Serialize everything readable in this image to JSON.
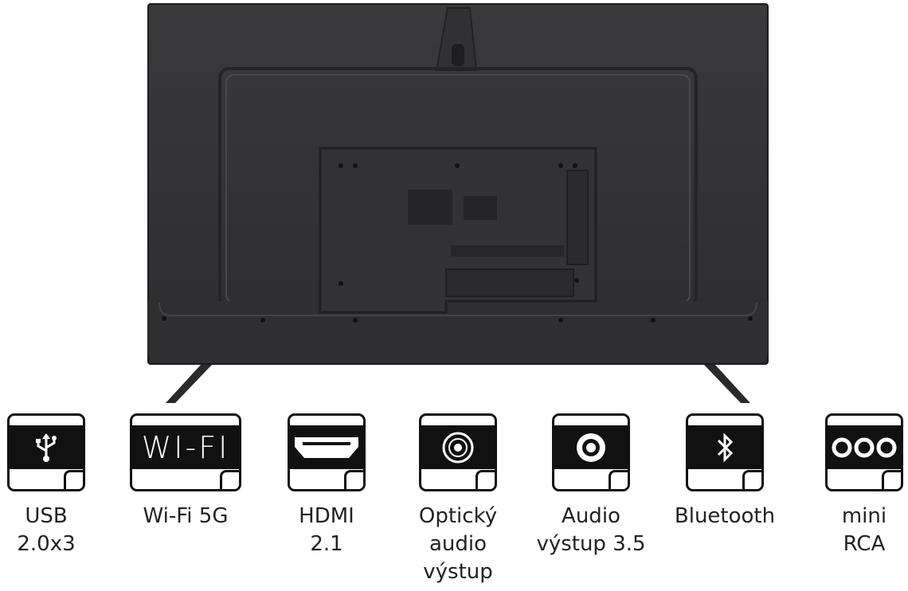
{
  "features": [
    {
      "id": "usb",
      "icon": "usb-icon",
      "lines": [
        "USB",
        "2.0x3"
      ]
    },
    {
      "id": "wifi",
      "icon": "wifi-text-icon",
      "icon_text": "WI-FI",
      "lines": [
        "Wi-Fi 5G"
      ]
    },
    {
      "id": "hdmi",
      "icon": "hdmi-port-icon",
      "lines": [
        "HDMI",
        "2.1"
      ]
    },
    {
      "id": "optical",
      "icon": "optical-audio-icon",
      "lines": [
        "Optický",
        "audio",
        "výstup"
      ]
    },
    {
      "id": "audio",
      "icon": "audio-jack-icon",
      "lines": [
        "Audio",
        "výstup 3.5"
      ]
    },
    {
      "id": "bluetooth",
      "icon": "bluetooth-icon",
      "lines": [
        "Bluetooth"
      ]
    },
    {
      "id": "rca",
      "icon": "mini-rca-icon",
      "lines": [
        "mini",
        "RCA"
      ]
    }
  ]
}
